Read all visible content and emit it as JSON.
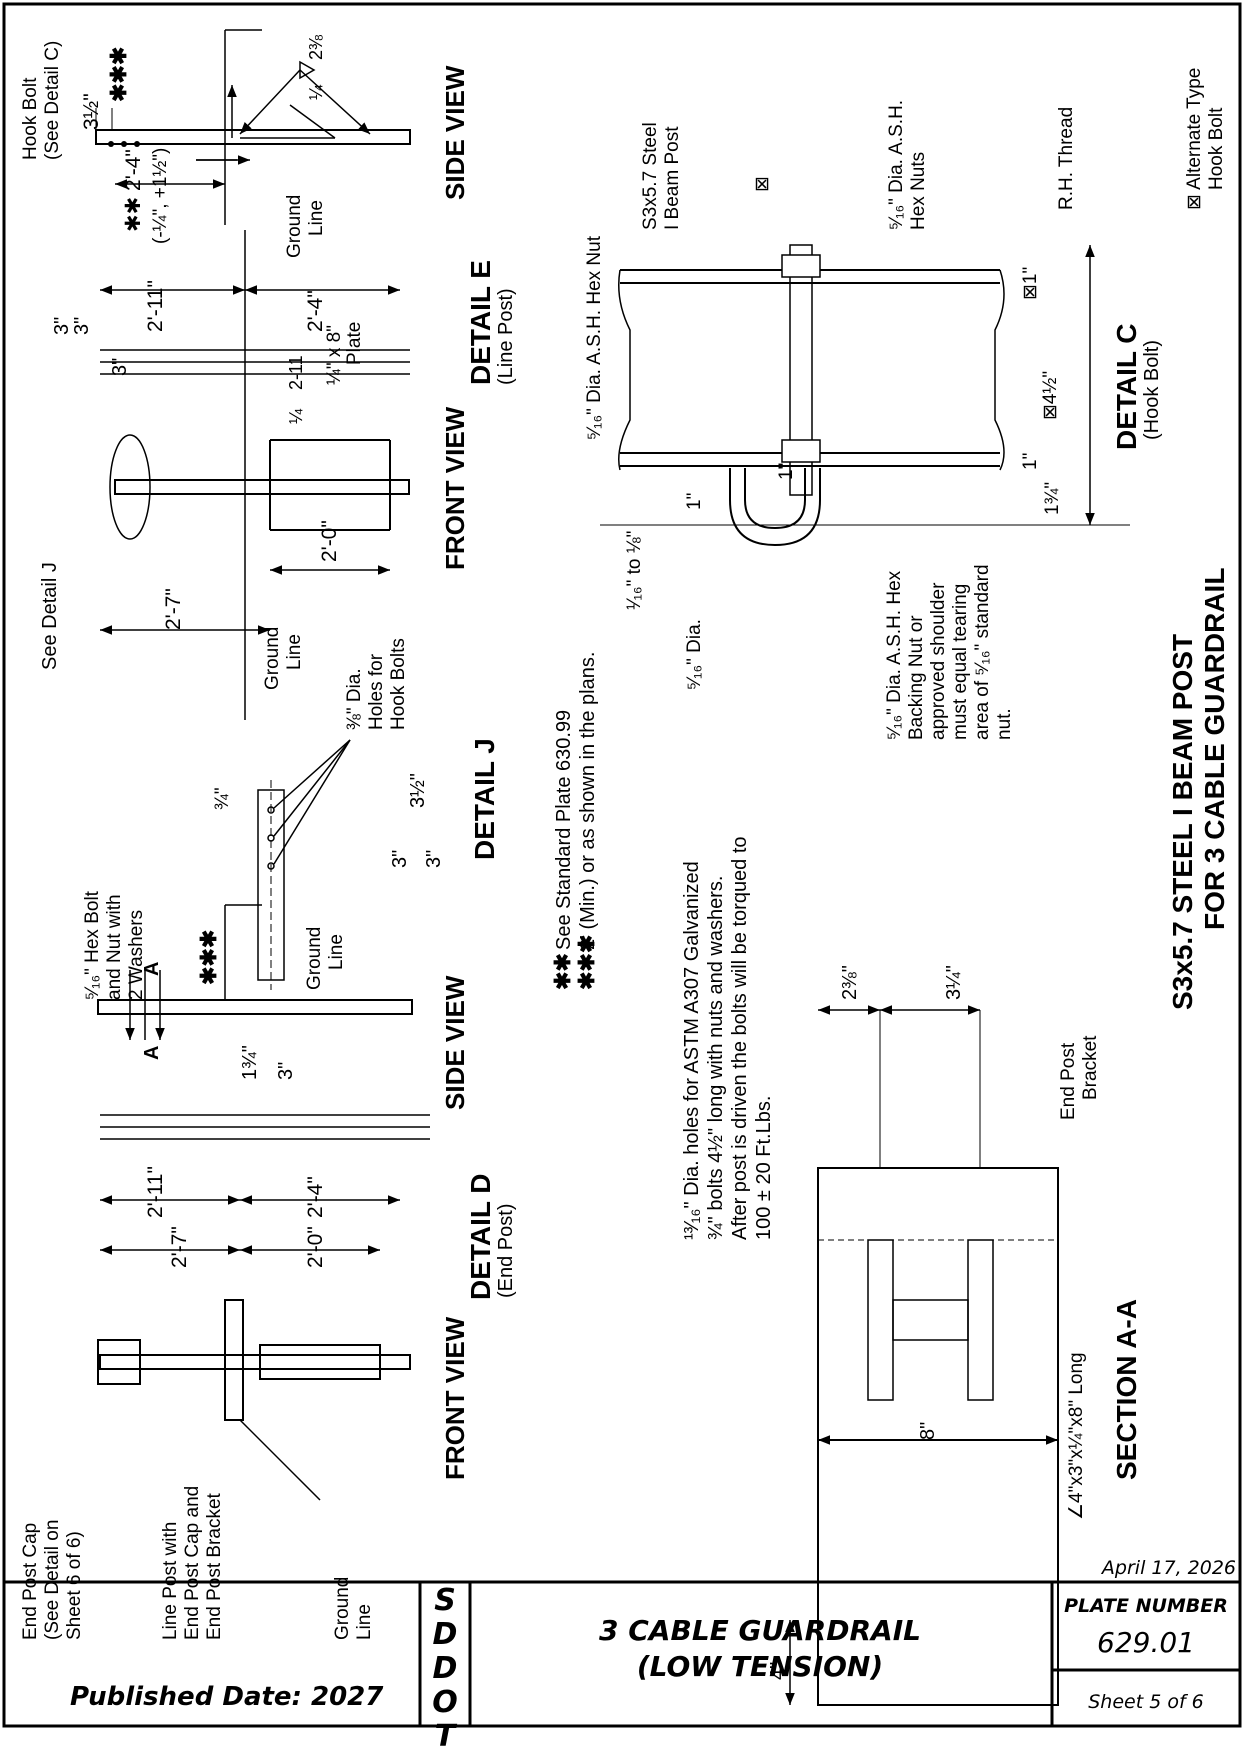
{
  "drawing": {
    "detail_e": {
      "title": "DETAIL E",
      "subtitle": "(Line Post)",
      "side_view_label": "SIDE VIEW",
      "front_view_label": "FRONT VIEW",
      "hook_bolt_note_1": "Hook Bolt",
      "hook_bolt_note_2": "(See Detail C)",
      "dim_3_5": "3½\"",
      "dim_2_4_star": "✱✱ 2'-4\"",
      "dim_tol": "(-¼\", +1½\")",
      "star3": "✱✱✱",
      "weld_1": "¼",
      "weld_2": "2⅜",
      "ground_line_1": "Ground",
      "ground_line_2": "Line",
      "dim_3a": "3\"",
      "dim_3b": "3\"",
      "dim_3c": "3\"",
      "dim_2_11": "2'-11\"",
      "dim_2_4": "2'-4\"",
      "dim_2_0": "2'-0\"",
      "dim_2_7": "2'-7\"",
      "weld_fv_1": "¼",
      "weld_fv_2": "2-11",
      "plate_1": "¼\" x 8\"",
      "plate_2": "Plate",
      "see_detail_j": "See Detail J",
      "ground_line_fv_1": "Ground",
      "ground_line_fv_2": "Line"
    },
    "detail_j": {
      "title": "DETAIL J",
      "holes_1": "⅜\" Dia.",
      "holes_2": "Holes for",
      "holes_3": "Hook Bolts",
      "dim_3_4": "¾\"",
      "dim_3_5": "3½\"",
      "dim_3a": "3\"",
      "dim_3b": "3\""
    },
    "detail_d": {
      "title": "DETAIL D",
      "subtitle": "(End Post)",
      "side_view_label": "SIDE VIEW",
      "front_view_label": "FRONT VIEW",
      "hex_bolt_1": "⁵⁄₁₆\" Hex Bolt",
      "hex_bolt_2": "and Nut with",
      "hex_bolt_3": "2 Washers",
      "a_mark": "A",
      "star3": "✱✱✱",
      "dim_1_3_4": "1¾\"",
      "dim_3": "3\"",
      "ground_1": "Ground",
      "ground_2": "Line",
      "dim_2_11": "2'-11\"",
      "dim_2_4": "2'-4\"",
      "dim_2_7": "2'-7\"",
      "dim_2_0": "2'-0\"",
      "end_cap_1": "End Post Cap",
      "end_cap_2": "(See Detail on",
      "end_cap_3": "Sheet 6 of 6)",
      "line_post_1": "Line Post with",
      "line_post_2": "End Post Cap and",
      "line_post_3": "End Post Bracket",
      "ground_fv_1": "Ground",
      "ground_fv_2": "Line"
    },
    "notes": {
      "n1_mark": "✱✱",
      "n1": "See Standard Plate 630.99",
      "n2_mark": "✱✱✱",
      "n2": "2' (Min.) or as shown in the plans.",
      "n3": "¹³⁄₁₆\" Dia. holes for ASTM A307 Galvanized",
      "n4": "¾\" bolts 4½\" long with nuts and washers.",
      "n5": "After post is driven the bolts will be torqued to",
      "n6": "100 ± 20 Ft.Lbs."
    },
    "detail_c": {
      "title": "DETAIL C",
      "subtitle": "(Hook Bolt)",
      "hex_nut": "⁵⁄₁₆\" Dia. A.S.H. Hex Nut",
      "post_1": "S3x5.7 Steel",
      "post_2": "I Beam Post",
      "hex_nuts_1": "⁵⁄₁₆\" Dia. A.S.H.",
      "hex_nuts_2": "Hex Nuts",
      "rh_thread": "R.H. Thread",
      "alt_1": "⊠ Alternate Type",
      "alt_2": "Hook Bolt",
      "box_mark": "⊠",
      "dim_1a": "⊠1\"",
      "dim_4_5": "⊠4½\"",
      "dim_1b": "1\"",
      "dim_1_3_4": "1¾\"",
      "dim_1c": "1\"",
      "dim_1d": "1\"",
      "dim_16": "¹⁄₁₆\" to ⅛\"",
      "dia": "⁵⁄₁₆\" Dia.",
      "backing_1": "⁵⁄₁₆\" Dia. A.S.H. Hex",
      "backing_2": "Backing Nut or",
      "backing_3": "approved shoulder",
      "backing_4": "must equal tearing",
      "backing_5": "area of ⁵⁄₁₆\" standard",
      "backing_6": "nut."
    },
    "section_aa": {
      "title": "SECTION A-A",
      "dim_2_3_8": "2⅜\"",
      "dim_3_1_4": "3¼\"",
      "end_post_1": "End Post",
      "end_post_2": "Bracket",
      "angle": "∠4\"x3\"x¼\"x8\" Long",
      "dim_4": "4\"",
      "dim_8": "8\""
    },
    "main_title_1": "S3x5.7 STEEL I BEAM POST",
    "main_title_2": "FOR 3 CABLE GUARDRAIL"
  },
  "title_block": {
    "date": "April 17, 2026",
    "published": "Published Date: 2027",
    "agency": "SDDOT",
    "title_1": "3 CABLE GUARDRAIL",
    "title_2": "(LOW TENSION)",
    "plate_label": "PLATE NUMBER",
    "plate_number": "629.01",
    "sheet": "Sheet 5 of 6"
  }
}
